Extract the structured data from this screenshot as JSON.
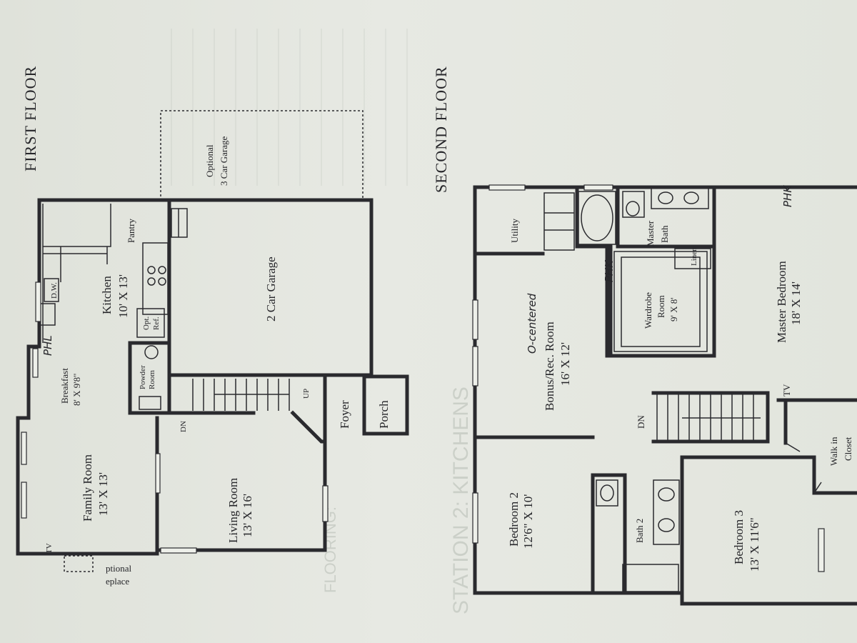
{
  "first_floor": {
    "title": "FIRST FLOOR",
    "rooms": {
      "optional_garage": [
        "Optional",
        "3 Car Garage"
      ],
      "pantry": "Pantry",
      "kitchen": [
        "Kitchen",
        "10' X 13'"
      ],
      "dw": "D.W.",
      "opt_ref": [
        "Opt.",
        "Ref."
      ],
      "garage": "2 Car Garage",
      "breakfast": [
        "Breakfast",
        "8' X 9'8\""
      ],
      "powder": [
        "Powder",
        "Room"
      ],
      "up": "UP",
      "dn": "DN",
      "foyer": "Foyer",
      "porch": "Porch",
      "family": [
        "Family Room",
        "13' X 13'"
      ],
      "living": [
        "Living Room",
        "13' X 16'"
      ],
      "tv": "TV",
      "fireplace": [
        "ptional",
        "eplace"
      ]
    },
    "annotation": "PHL"
  },
  "second_floor": {
    "title": "SECOND FLOOR",
    "rooms": {
      "utility": "Utility",
      "master_bath": [
        "Master",
        "Bath"
      ],
      "linen": "Linen",
      "wardrobe": [
        "Wardrobe",
        "Room",
        "9' X 8'"
      ],
      "master_bed": [
        "Master Bedroom",
        "18' X 14'"
      ],
      "bonus": [
        "Bonus/Rec. Room",
        "16' X 12'"
      ],
      "dn": "DN",
      "tv": "TV",
      "walk_in": [
        "Walk in",
        "Closet"
      ],
      "bed2": [
        "Bedroom 2",
        "12'6\" X 10'"
      ],
      "bath2": "Bath 2",
      "bed3": [
        "Bedroom 3",
        "13' X 11'6\""
      ]
    },
    "annotations": {
      "centered": "O-centered",
      "phk": "PHK",
      "phk2": "PHK"
    }
  },
  "background_text": [
    "STATION 2: KITCHENS",
    "FLOORING:"
  ]
}
